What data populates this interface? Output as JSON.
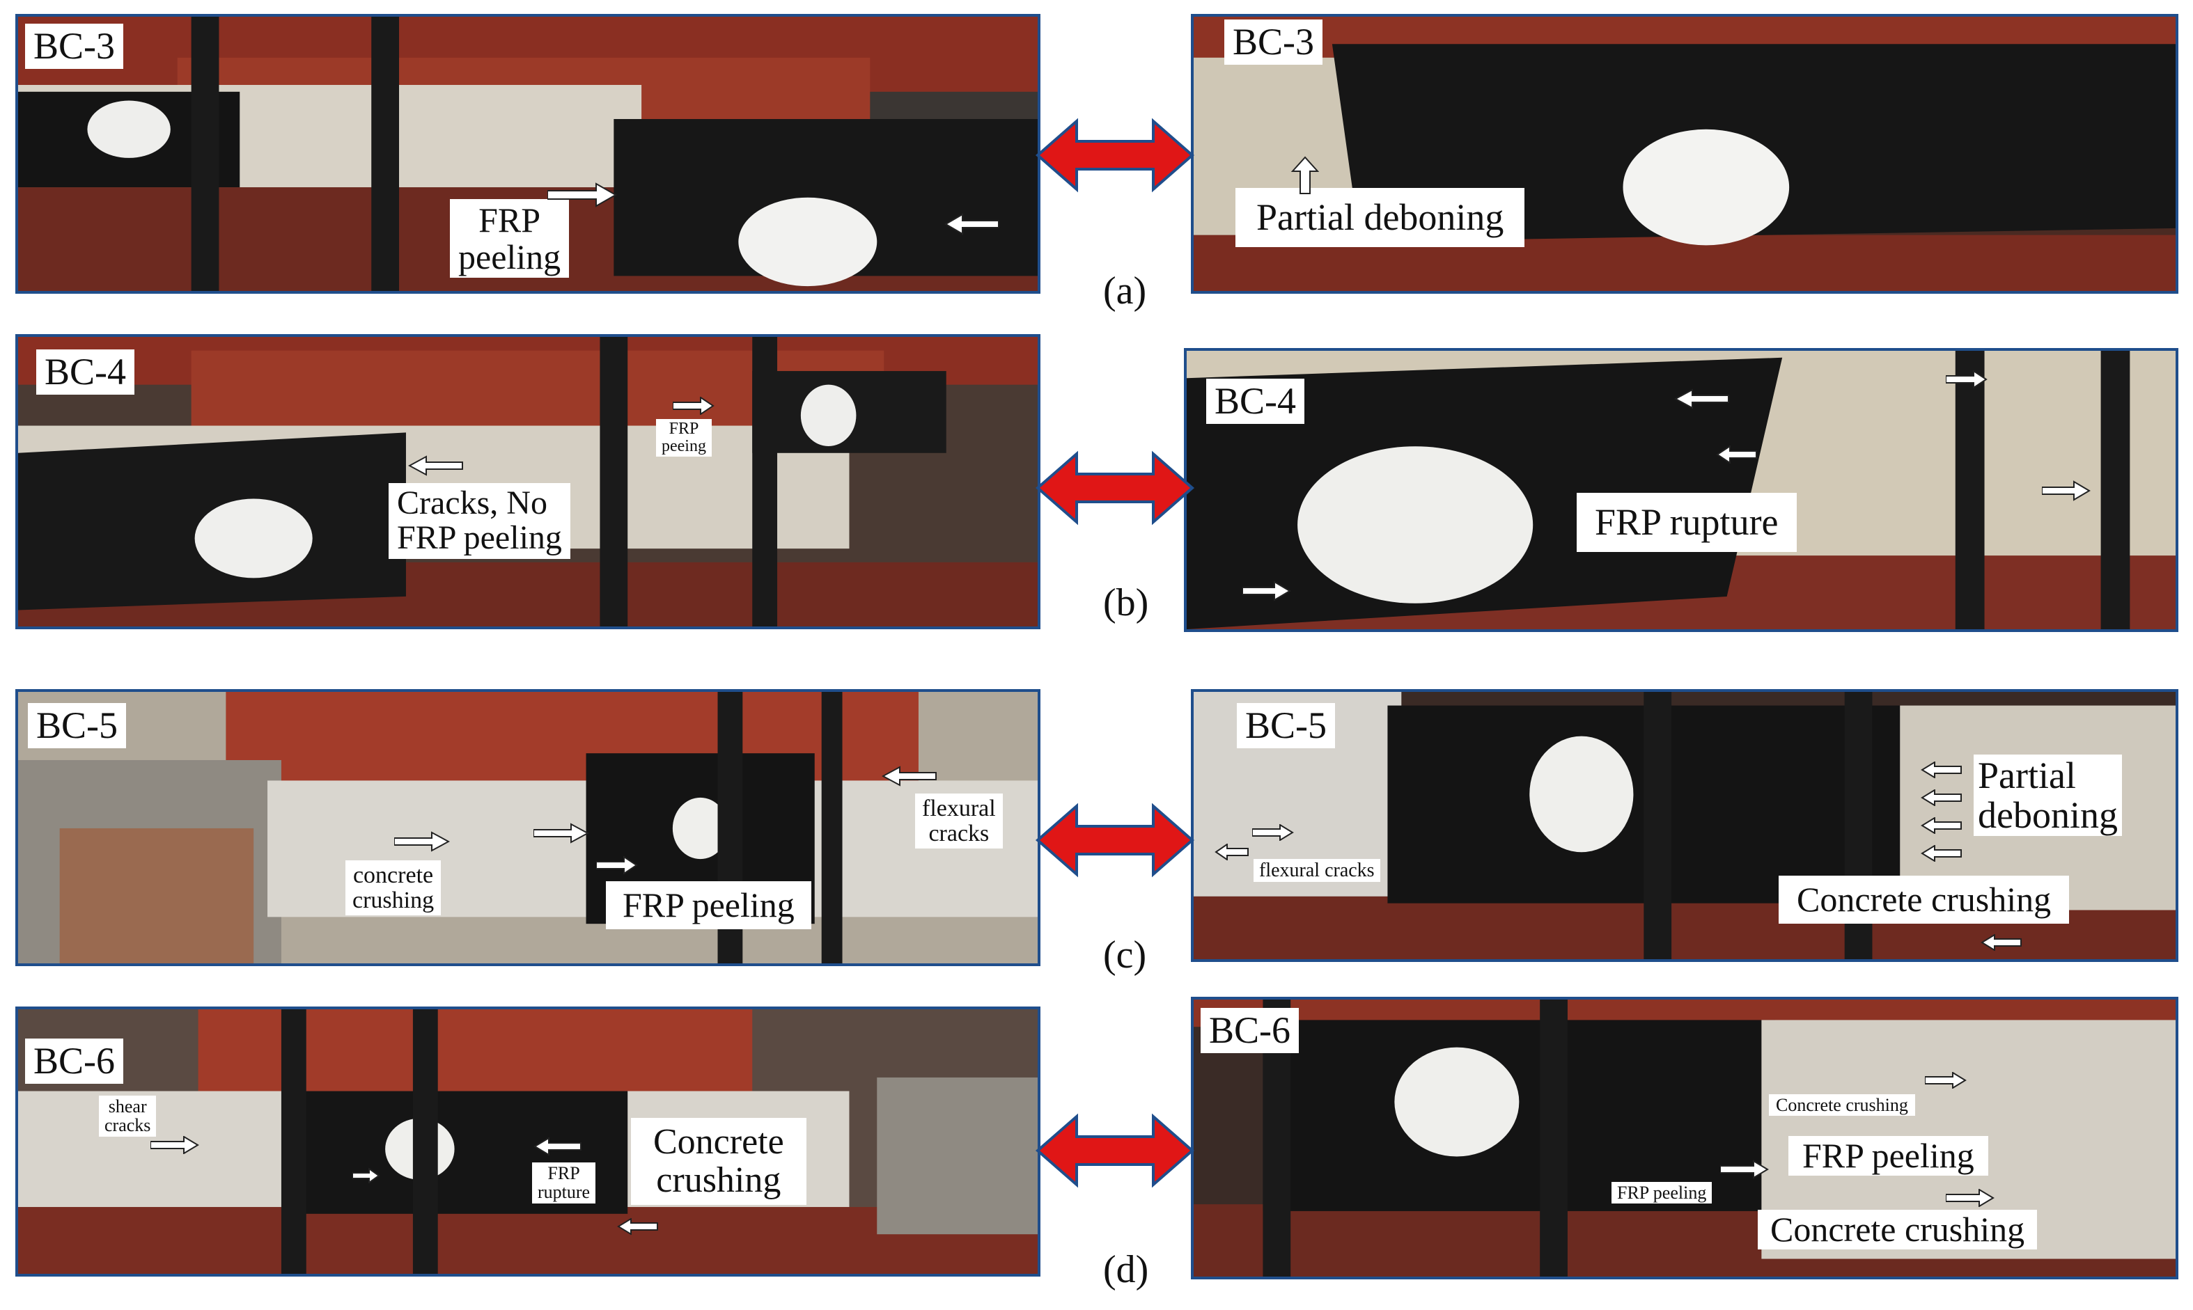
{
  "rows": [
    {
      "caption": "(a)",
      "left": {
        "id": "BC-3",
        "notes": [
          "FRP\npeeling"
        ]
      },
      "right": {
        "id": "BC-3",
        "notes": [
          "Partial  deboning"
        ]
      }
    },
    {
      "caption": "(b)",
      "left": {
        "id": "BC-4",
        "notes": [
          "Cracks, No\nFRP peeling",
          "FRP\npeeing"
        ]
      },
      "right": {
        "id": "BC-4",
        "notes": [
          "FRP rupture"
        ]
      }
    },
    {
      "caption": "(c)",
      "left": {
        "id": "BC-5",
        "notes": [
          "concrete\ncrushing",
          "FRP peeling",
          "flexural\ncracks"
        ]
      },
      "right": {
        "id": "BC-5",
        "notes": [
          "Partial\ndeboning",
          "Concrete crushing",
          "flexural cracks"
        ]
      }
    },
    {
      "caption": "(d)",
      "left": {
        "id": "BC-6",
        "notes": [
          "shear\ncracks",
          "FRP\nrupture",
          "Concrete\ncrushing"
        ]
      },
      "right": {
        "id": "BC-6",
        "notes": [
          "Concrete crushing",
          "FRP peeling",
          "FRP peeling",
          "Concrete crushing"
        ]
      }
    }
  ],
  "colors": {
    "frame": "#1f4e8c",
    "double_arrow_fill": "#e01616",
    "double_arrow_outline": "#1f4e8c"
  }
}
